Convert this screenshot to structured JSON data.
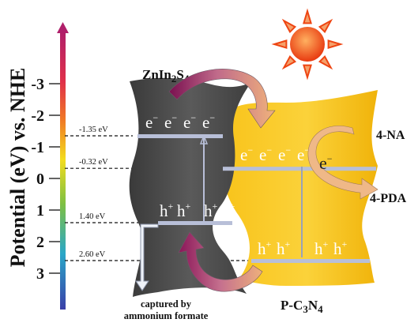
{
  "y_axis_label": "Potential (eV) vs. NHE",
  "ticks": [
    {
      "label": "-3",
      "value": -3
    },
    {
      "label": "-2",
      "value": -2
    },
    {
      "label": "-1",
      "value": -1
    },
    {
      "label": "0",
      "value": 0
    },
    {
      "label": "1",
      "value": 1
    },
    {
      "label": "2",
      "value": 2
    },
    {
      "label": "3",
      "value": 3
    }
  ],
  "energy_levels": [
    {
      "label": "-1.35 eV",
      "value": -1.35,
      "meaning": "ZnIn2S4 conduction band"
    },
    {
      "label": "-0.32 eV",
      "value": -0.32,
      "meaning": "P-C3N4 conduction band"
    },
    {
      "label": "1.40 eV",
      "value": 1.4,
      "meaning": "ZnIn2S4 valence band"
    },
    {
      "label": "2.60 eV",
      "value": 2.6,
      "meaning": "P-C3N4 valence band"
    }
  ],
  "materials": {
    "left": {
      "base": "ZnIn",
      "s1": "2",
      "mid": "S",
      "s2": "4"
    },
    "right": {
      "base": "P-C",
      "s1": "3",
      "mid": "N",
      "s2": "4"
    }
  },
  "carriers": {
    "electron": "e",
    "electron_charge": "−",
    "hole": "h",
    "hole_charge": "+"
  },
  "reaction": {
    "reactant": "4-NA",
    "product": "4-PDA",
    "electron": "e",
    "electron_charge": "−"
  },
  "scavenger_note": {
    "line1": "captured by",
    "line2": "ammonium formate"
  },
  "colors": {
    "znin2s4_body": "#4f4f4f",
    "pc3n4_body": "#f5bf12",
    "band_line": "#b8bfd8",
    "arrow_purple": "#8a1658",
    "arrow_orange": "#e8b07a",
    "sun": "#ee4512"
  }
}
